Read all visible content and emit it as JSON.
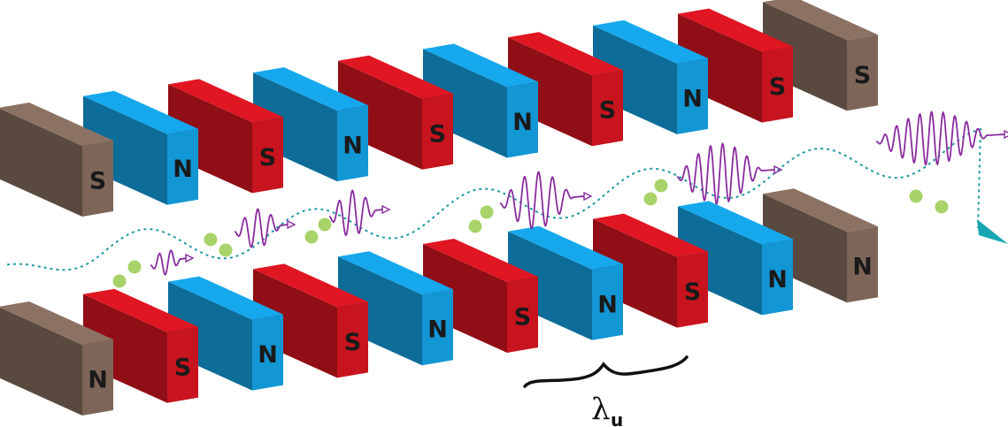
{
  "diagram": {
    "top_row": {
      "magnets": [
        {
          "pole": "S",
          "color": "#7d6658"
        },
        {
          "pole": "N",
          "color": "#1396d4"
        },
        {
          "pole": "S",
          "color": "#c8141e"
        },
        {
          "pole": "N",
          "color": "#1396d4"
        },
        {
          "pole": "S",
          "color": "#c8141e"
        },
        {
          "pole": "N",
          "color": "#1396d4"
        },
        {
          "pole": "S",
          "color": "#c8141e"
        },
        {
          "pole": "N",
          "color": "#1396d4"
        },
        {
          "pole": "S",
          "color": "#c8141e"
        },
        {
          "pole": "S",
          "color": "#7d6658"
        }
      ]
    },
    "bottom_row": {
      "magnets": [
        {
          "pole": "N",
          "color": "#7d6658"
        },
        {
          "pole": "S",
          "color": "#c8141e"
        },
        {
          "pole": "N",
          "color": "#1396d4"
        },
        {
          "pole": "S",
          "color": "#c8141e"
        },
        {
          "pole": "N",
          "color": "#1396d4"
        },
        {
          "pole": "S",
          "color": "#c8141e"
        },
        {
          "pole": "N",
          "color": "#1396d4"
        },
        {
          "pole": "S",
          "color": "#c8141e"
        },
        {
          "pole": "N",
          "color": "#1396d4"
        },
        {
          "pole": "N",
          "color": "#7d6658"
        }
      ]
    },
    "period_label": {
      "symbol": "λ",
      "subscript": "u"
    },
    "colors": {
      "electron_path": "#1f9aa0",
      "electron": "#a8d36a",
      "radiation": "#8a2c9e",
      "arrow": "#18a6b0"
    }
  }
}
